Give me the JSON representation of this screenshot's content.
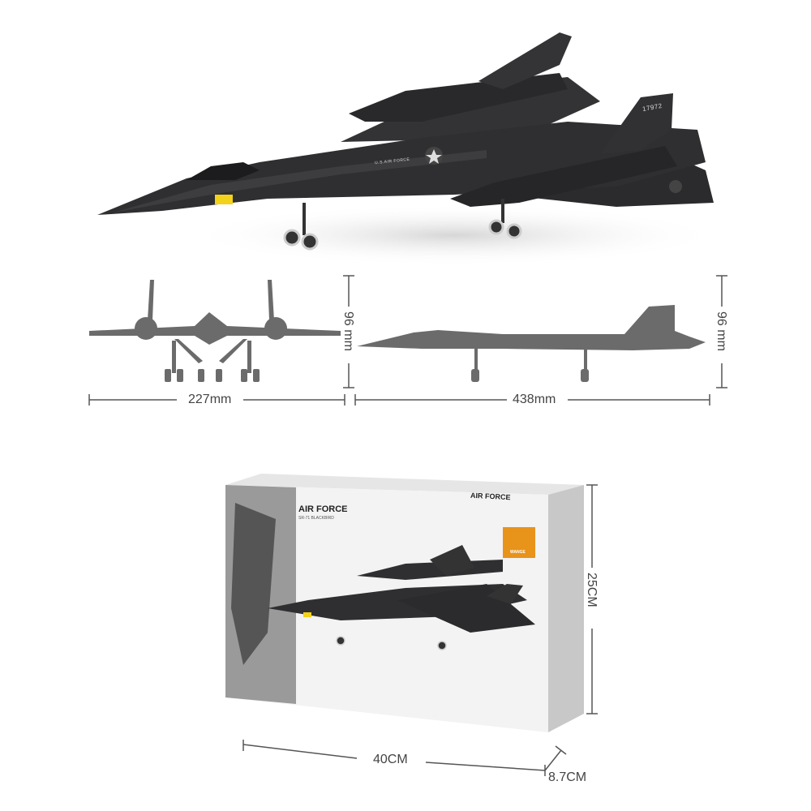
{
  "dimensions": {
    "front_width": "227mm",
    "front_height": "96 mm",
    "side_length": "438mm",
    "side_height": "96 mm",
    "box_length": "40CM",
    "box_height": "25CM",
    "box_depth": "8.7CM"
  },
  "model": {
    "decal_text": "U.S.AIR FORCE",
    "tail_number": "17972"
  },
  "box": {
    "title": "AIR FORCE",
    "subtitle": "SR-71 BLACKBIRD",
    "top_title": "AIR FORCE",
    "brand": "WANGE"
  },
  "colors": {
    "aircraft": "#2f2f31",
    "silhouette": "#6b6b6b",
    "dimension_line": "#555555"
  }
}
